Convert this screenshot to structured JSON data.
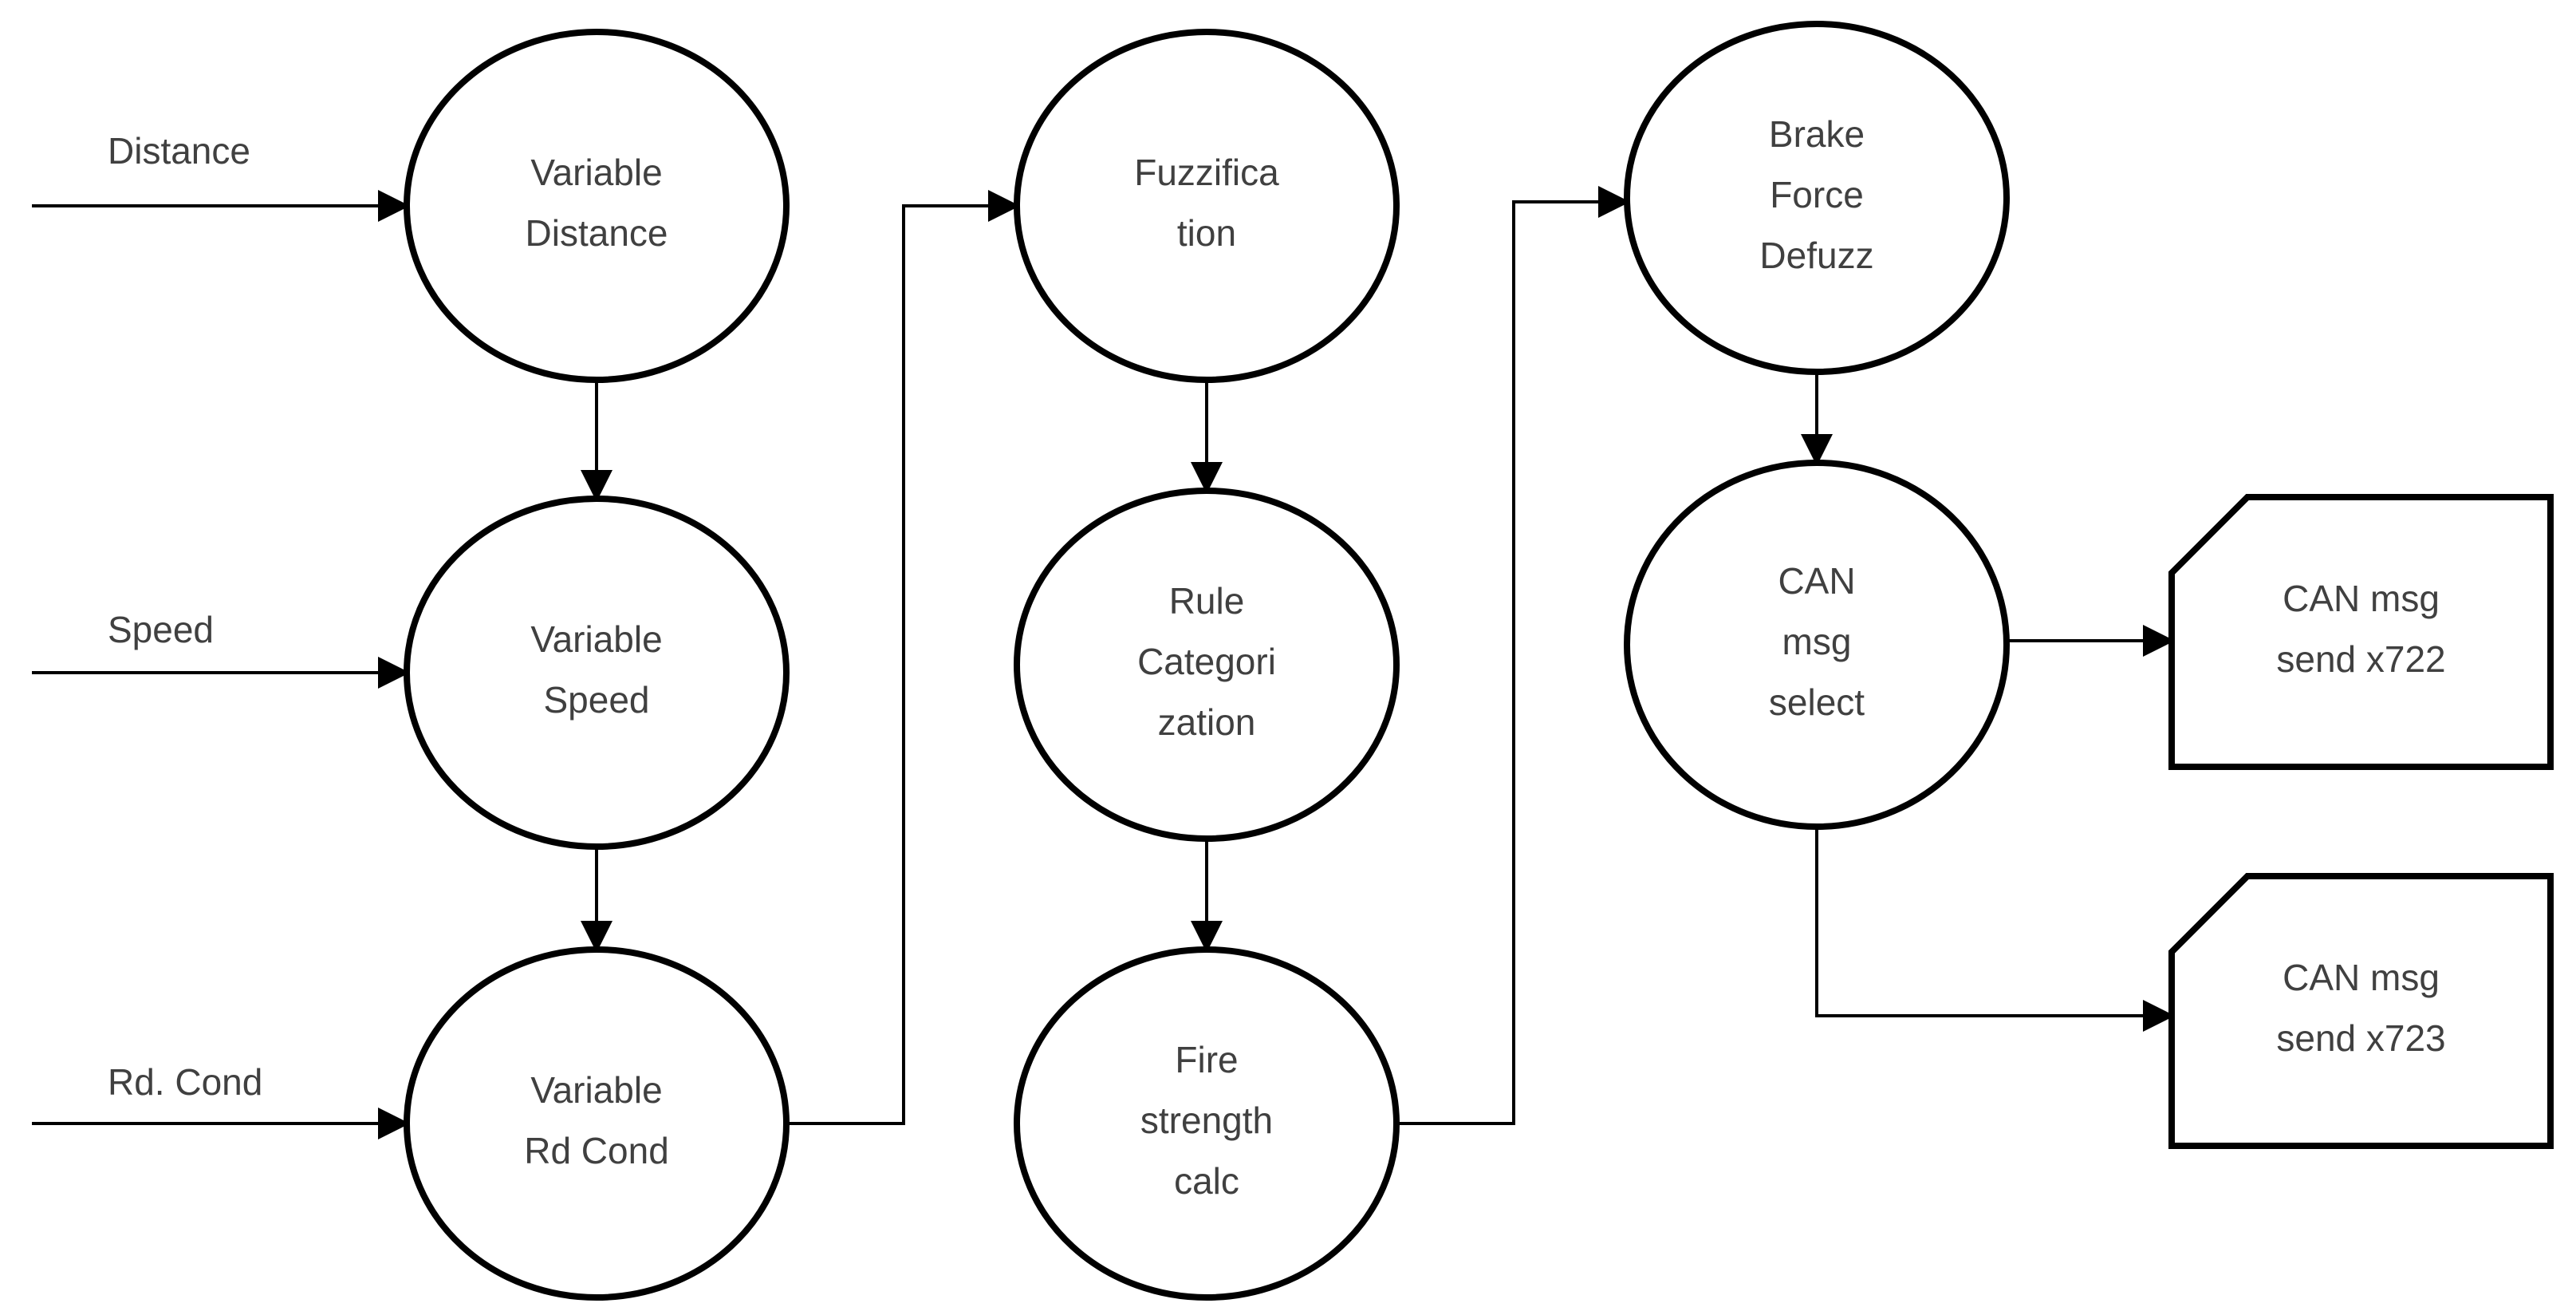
{
  "inputs": [
    {
      "id": "in-distance",
      "label": "Distance"
    },
    {
      "id": "in-speed",
      "label": "Speed"
    },
    {
      "id": "in-rd-cond",
      "label": "Rd. Cond"
    }
  ],
  "nodes": [
    {
      "id": "variable-distance",
      "shape": "ellipse",
      "lines": [
        "Variable",
        "Distance"
      ]
    },
    {
      "id": "variable-speed",
      "shape": "ellipse",
      "lines": [
        "Variable",
        "Speed"
      ]
    },
    {
      "id": "variable-rd-cond",
      "shape": "ellipse",
      "lines": [
        "Variable",
        "Rd Cond"
      ]
    },
    {
      "id": "fuzzification",
      "shape": "ellipse",
      "lines": [
        "Fuzzifica",
        "tion"
      ]
    },
    {
      "id": "rule-categorization",
      "shape": "ellipse",
      "lines": [
        "Rule",
        "Categori",
        "zation"
      ]
    },
    {
      "id": "fire-strength-calc",
      "shape": "ellipse",
      "lines": [
        "Fire",
        "strength",
        "calc"
      ]
    },
    {
      "id": "brake-force-defuzz",
      "shape": "ellipse",
      "lines": [
        "Brake",
        "Force",
        "Defuzz"
      ]
    },
    {
      "id": "can-msg-select",
      "shape": "ellipse",
      "lines": [
        "CAN",
        "msg",
        "select"
      ]
    },
    {
      "id": "can-msg-send-x722",
      "shape": "card",
      "lines": [
        "CAN msg",
        "send x722"
      ]
    },
    {
      "id": "can-msg-send-x723",
      "shape": "card",
      "lines": [
        "CAN msg",
        "send x723"
      ]
    }
  ],
  "edges": [
    {
      "from": "in-distance",
      "to": "variable-distance"
    },
    {
      "from": "in-speed",
      "to": "variable-speed"
    },
    {
      "from": "in-rd-cond",
      "to": "variable-rd-cond"
    },
    {
      "from": "variable-distance",
      "to": "variable-speed"
    },
    {
      "from": "variable-speed",
      "to": "variable-rd-cond"
    },
    {
      "from": "variable-rd-cond",
      "to": "fuzzification"
    },
    {
      "from": "fuzzification",
      "to": "rule-categorization"
    },
    {
      "from": "rule-categorization",
      "to": "fire-strength-calc"
    },
    {
      "from": "fire-strength-calc",
      "to": "brake-force-defuzz"
    },
    {
      "from": "brake-force-defuzz",
      "to": "can-msg-select"
    },
    {
      "from": "can-msg-select",
      "to": "can-msg-send-x722"
    },
    {
      "from": "can-msg-select",
      "to": "can-msg-send-x723"
    }
  ]
}
